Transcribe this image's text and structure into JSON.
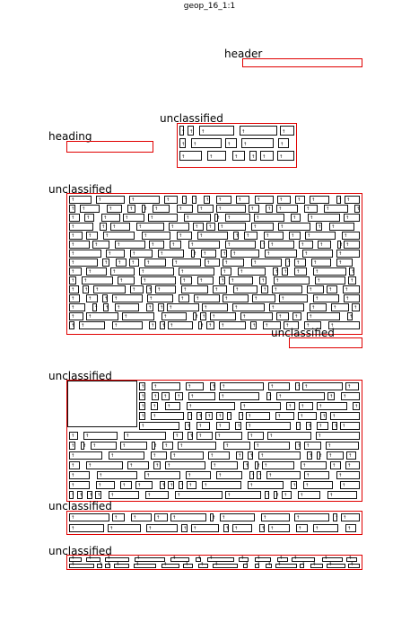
{
  "page": {
    "title": "geop_16_1:1"
  },
  "regions": {
    "header": {
      "label": "header"
    },
    "heading": {
      "label": "heading"
    },
    "unclassified_top": {
      "label": "unclassified"
    },
    "unclassified_table": {
      "label": "unclassified"
    },
    "unclassified_small": {
      "label": "unclassified"
    },
    "unclassified_list": {
      "label": "unclassified"
    },
    "unclassified_strip": {
      "label": "unclassified"
    },
    "unclassified_footer": {
      "label": "unclassified"
    }
  },
  "colors": {
    "region_border": "#e00000",
    "box_border": "#111111"
  }
}
